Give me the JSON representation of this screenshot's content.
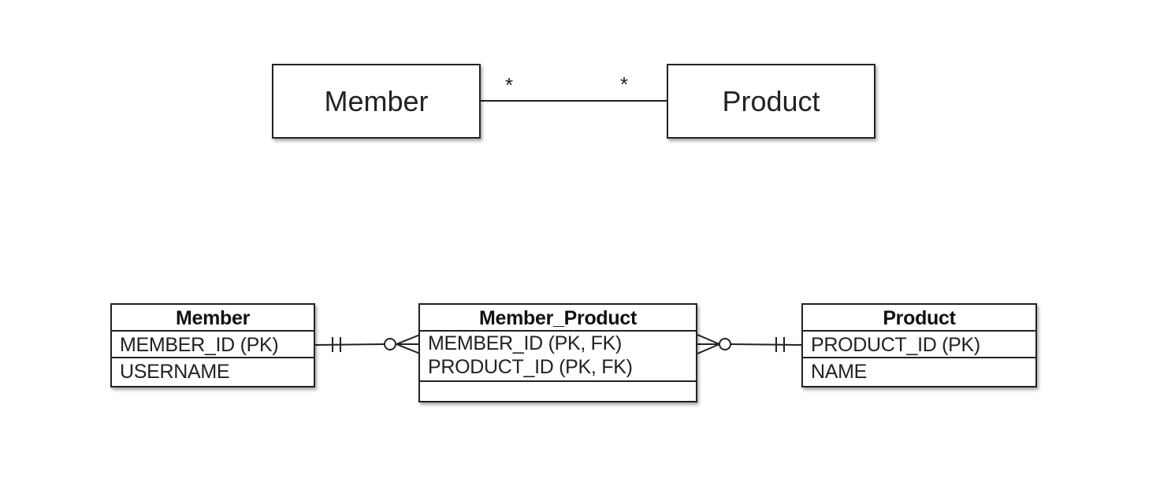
{
  "uml": {
    "left_class": "Member",
    "right_class": "Product",
    "left_multiplicity": "*",
    "right_multiplicity": "*"
  },
  "erd": {
    "member": {
      "title": "Member",
      "rows": [
        "MEMBER_ID (PK)",
        "USERNAME"
      ]
    },
    "member_product": {
      "title": "Member_Product",
      "rows": [
        "MEMBER_ID (PK, FK)",
        "PRODUCT_ID (PK, FK)"
      ]
    },
    "product": {
      "title": "Product",
      "rows": [
        "PRODUCT_ID (PK)",
        "NAME"
      ]
    }
  },
  "colors": {
    "line": "#222222",
    "background": "#ffffff"
  }
}
